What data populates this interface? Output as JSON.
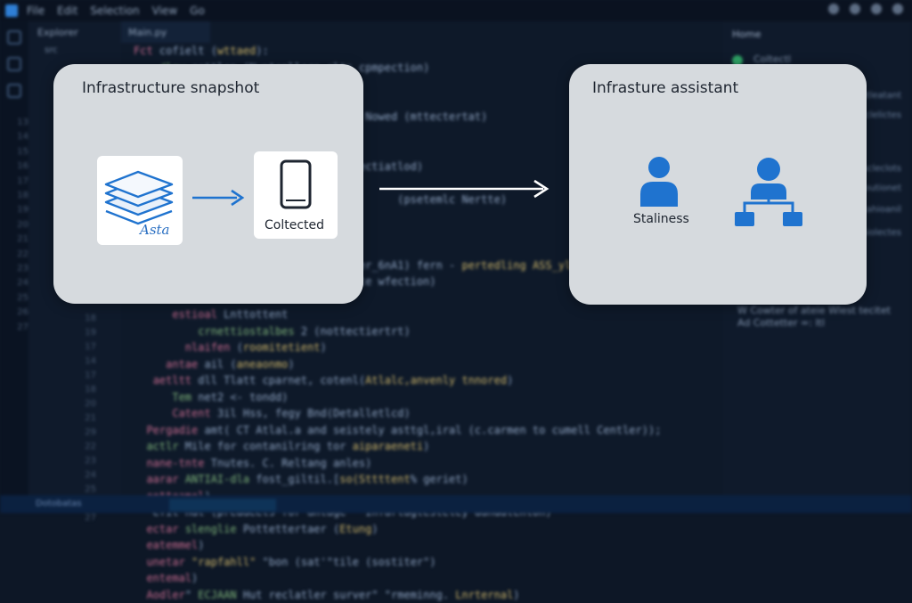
{
  "menu": {
    "items": [
      "File",
      "Edit",
      "Selection",
      "View",
      "Go"
    ]
  },
  "explorer": {
    "title": "Explorer",
    "subtitle": "src"
  },
  "editor": {
    "tab": "Main.py"
  },
  "right_panel": {
    "title": "Home"
  },
  "colors": {
    "panel_bg": "#d6dade",
    "accent_blue": "#1f73cf",
    "ide_bg": "#0d1726",
    "arrow_white": "#ffffff"
  },
  "diagram": {
    "left_panel": {
      "title": "Infrastructure snapshot",
      "stack_card": {
        "icon": "database-layers-icon",
        "label": "Asta"
      },
      "device_card": {
        "icon": "smartphone-icon",
        "label": "Coltected"
      }
    },
    "right_panel": {
      "title": "Infrasture assistant",
      "person": {
        "icon": "person-icon",
        "label": "Staliness"
      },
      "org": {
        "icon": "org-chart-icon"
      }
    }
  }
}
